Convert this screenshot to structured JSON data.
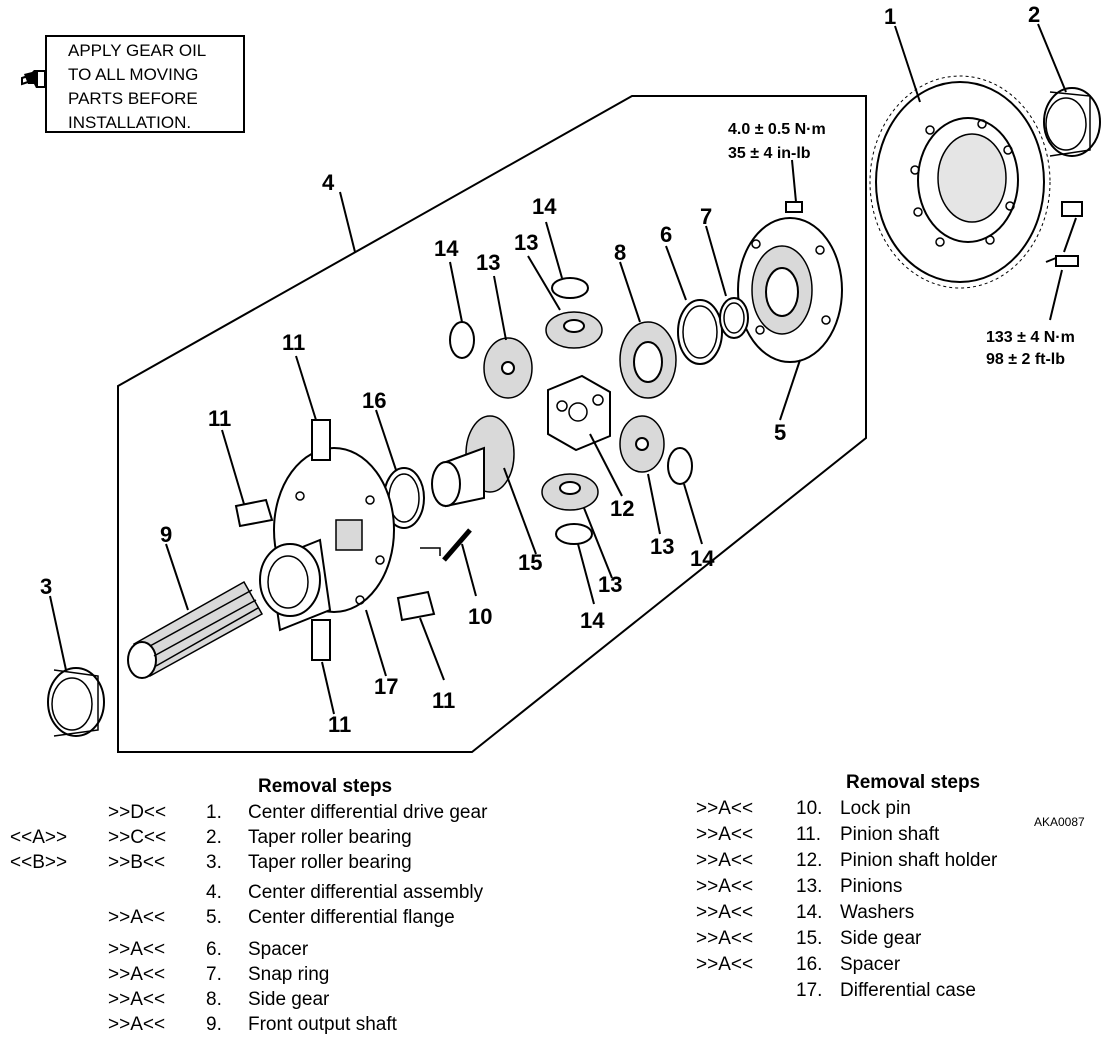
{
  "note_box": {
    "lines": [
      "APPLY GEAR OIL",
      "TO ALL MOVING",
      "PARTS BEFORE",
      "INSTALLATION."
    ]
  },
  "torque_top": {
    "line1": "4.0 ± 0.5 N·m",
    "line2": "35 ± 4 in-lb"
  },
  "torque_right": {
    "line1": "133 ± 4 N·m",
    "line2": "98 ± 2 ft-lb"
  },
  "figure_code": "AKA0087",
  "callouts": [
    "1",
    "2",
    "3",
    "4",
    "5",
    "6",
    "7",
    "8",
    "9",
    "10",
    "11",
    "11",
    "11",
    "11",
    "12",
    "13",
    "13",
    "13",
    "13",
    "14",
    "14",
    "14",
    "14",
    "15",
    "16",
    "17"
  ],
  "left_steps": {
    "heading": "Removal steps",
    "items": [
      {
        "pre": "",
        "post": ">>D<<",
        "num": "1.",
        "name": "Center differential drive gear"
      },
      {
        "pre": "<<A>>",
        "post": ">>C<<",
        "num": "2.",
        "name": "Taper roller bearing"
      },
      {
        "pre": "<<B>>",
        "post": ">>B<<",
        "num": "3.",
        "name": "Taper roller bearing"
      },
      {
        "pre": "",
        "post": "",
        "num": "4.",
        "name": "Center differential assembly"
      },
      {
        "pre": "",
        "post": ">>A<<",
        "num": "5.",
        "name": "Center differential flange"
      },
      {
        "pre": "",
        "post": ">>A<<",
        "num": "6.",
        "name": "Spacer"
      },
      {
        "pre": "",
        "post": ">>A<<",
        "num": "7.",
        "name": "Snap ring"
      },
      {
        "pre": "",
        "post": ">>A<<",
        "num": "8.",
        "name": "Side gear"
      },
      {
        "pre": "",
        "post": ">>A<<",
        "num": "9.",
        "name": "Front output shaft"
      }
    ]
  },
  "right_steps": {
    "heading": "Removal steps",
    "items": [
      {
        "post": ">>A<<",
        "num": "10.",
        "name": "Lock pin"
      },
      {
        "post": ">>A<<",
        "num": "11.",
        "name": "Pinion shaft"
      },
      {
        "post": ">>A<<",
        "num": "12.",
        "name": "Pinion shaft holder"
      },
      {
        "post": ">>A<<",
        "num": "13.",
        "name": "Pinions"
      },
      {
        "post": ">>A<<",
        "num": "14.",
        "name": "Washers"
      },
      {
        "post": ">>A<<",
        "num": "15.",
        "name": "Side gear"
      },
      {
        "post": ">>A<<",
        "num": "16.",
        "name": "Spacer"
      },
      {
        "post": "",
        "num": "17.",
        "name": "Differential case"
      }
    ]
  }
}
